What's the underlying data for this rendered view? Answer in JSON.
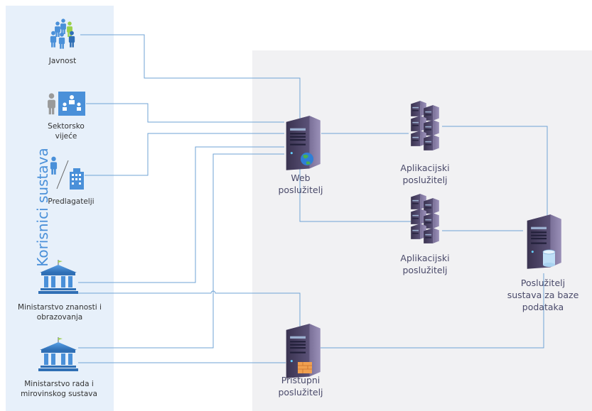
{
  "band_title": "Korisnici sustava",
  "users": [
    {
      "label": "Javnost",
      "icon": "people-group-icon"
    },
    {
      "label": "Sektorsko vijeće",
      "icon": "presenter-board-icon"
    },
    {
      "label": "Predlagatelji",
      "icon": "person-building-icon"
    },
    {
      "label": "Ministarstvo znanosti i obrazovanja",
      "icon": "government-building-icon"
    },
    {
      "label": "Ministarstvo rada i mirovinskog sustava",
      "icon": "government-building-icon"
    }
  ],
  "servers": {
    "web": "Web poslužitelj",
    "app1": "Aplikacijski poslužitelj",
    "app2": "Aplikacijski poslužitelj",
    "db": "Poslužitelj sustava za baze podataka",
    "access": "Pristupni poslužitelj"
  },
  "colors": {
    "band": "#e7f0fa",
    "panel": "#f1f1f3",
    "line": "#6fa3d6",
    "user_icon": "#4a90d9",
    "server": "#5a4f7a"
  }
}
